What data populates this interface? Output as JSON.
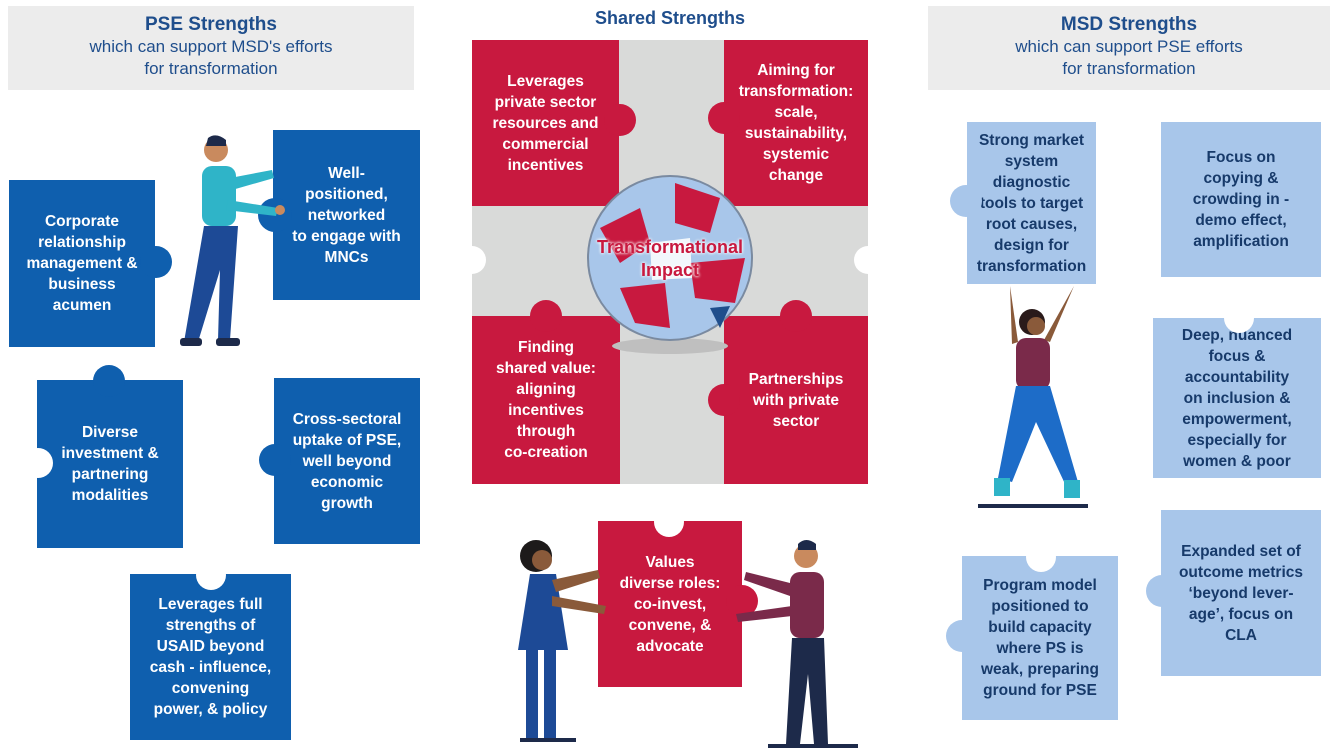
{
  "pse_header": {
    "title": "PSE Strengths",
    "subtitle": "which can support MSD's efforts\nfor transformation"
  },
  "shared_header": {
    "title": "Shared Strengths"
  },
  "msd_header": {
    "title": "MSD Strengths",
    "subtitle": "which can support PSE efforts\nfor transformation"
  },
  "pse_pieces": [
    "Well-\npositioned,\nnetworked\nto engage with\nMNCs",
    "Corporate\nrelationship\nmanagement &\nbusiness\nacumen",
    "Diverse\ninvestment &\npartnering\nmodalities",
    "Cross-sectoral\nuptake of PSE,\nwell beyond\neconomic\ngrowth",
    "Leverages full\nstrengths of\nUSAID beyond\ncash - influence,\nconvening\npower, & policy"
  ],
  "shared_pieces": [
    "Leverages\nprivate sector\nresources and\ncommercial\nincentives",
    "Aiming for\ntransformation:\nscale,\nsustainability,\nsystemic\nchange",
    "Finding\nshared value:\naligning\nincentives\nthrough\nco-creation",
    "Partnerships\nwith private\nsector",
    "Values\ndiverse roles:\nco-invest,\nconvene, &\nadvocate"
  ],
  "center_label": "Transformational\nImpact",
  "msd_pieces": [
    "Strong market\nsystem diagnostic\ntools to target\nroot causes,\ndesign for\ntransformation",
    "Focus on\ncopying &\ncrowding in -\ndemo effect,\namplification",
    "Deep, nuanced\nfocus &\naccountability\non inclusion &\nempowerment,\nespecially for\nwomen & poor",
    "Expanded set of\noutcome metrics\n‘beyond lever-\nage’, focus on\nCLA",
    "Program model\npositioned to\nbuild capacity\nwhere PS is\nweak, preparing\nground for PSE"
  ],
  "colors": {
    "pse_blue": "#0f5fae",
    "msd_light_blue": "#a8c6ea",
    "shared_red": "#c8193f",
    "header_bg": "#ececec",
    "title_navy": "#1f4e8c"
  }
}
